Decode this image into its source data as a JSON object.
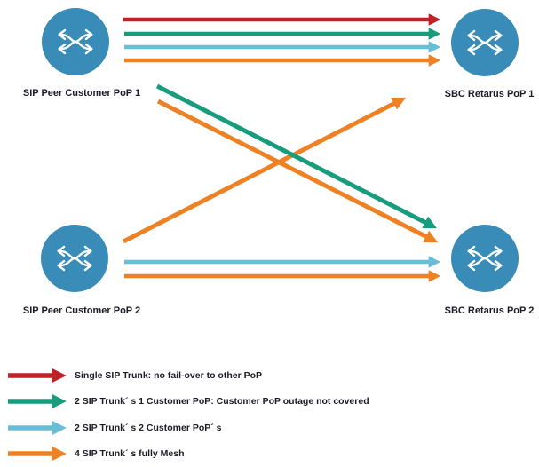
{
  "nodes": [
    {
      "id": "sip-peer-customer-pop-1",
      "label": "SIP Peer Customer PoP 1"
    },
    {
      "id": "sbc-retarus-pop-1",
      "label": "SBC Retarus PoP 1"
    },
    {
      "id": "sip-peer-customer-pop-2",
      "label": "SIP Peer Customer PoP 2"
    },
    {
      "id": "sbc-retarus-pop-2",
      "label": "SBC Retarus PoP 2"
    }
  ],
  "connections": [
    {
      "from": "SIP Peer Customer PoP 1",
      "to": "SBC Retarus PoP 1",
      "trunk_type": "single-sip-trunk",
      "color": "#bf2127"
    },
    {
      "from": "SIP Peer Customer PoP 1",
      "to": "SBC Retarus PoP 1",
      "trunk_type": "2-trunks-1-customer-pop",
      "color": "#189c7e"
    },
    {
      "from": "SIP Peer Customer PoP 1",
      "to": "SBC Retarus PoP 2",
      "trunk_type": "2-trunks-1-customer-pop",
      "color": "#189c7e"
    },
    {
      "from": "SIP Peer Customer PoP 1",
      "to": "SBC Retarus PoP 1",
      "trunk_type": "2-trunks-2-customer-pops",
      "color": "#68bed9"
    },
    {
      "from": "SIP Peer Customer PoP 2",
      "to": "SBC Retarus PoP 2",
      "trunk_type": "2-trunks-2-customer-pops",
      "color": "#68bed9"
    },
    {
      "from": "SIP Peer Customer PoP 1",
      "to": "SBC Retarus PoP 1",
      "trunk_type": "4-trunks-fully-mesh",
      "color": "#ee8123"
    },
    {
      "from": "SIP Peer Customer PoP 1",
      "to": "SBC Retarus PoP 2",
      "trunk_type": "4-trunks-fully-mesh",
      "color": "#ee8123"
    },
    {
      "from": "SIP Peer Customer PoP 2",
      "to": "SBC Retarus PoP 1",
      "trunk_type": "4-trunks-fully-mesh",
      "color": "#ee8123"
    },
    {
      "from": "SIP Peer Customer PoP 2",
      "to": "SBC Retarus PoP 2",
      "trunk_type": "4-trunks-fully-mesh",
      "color": "#ee8123"
    }
  ],
  "legend": {
    "items": [
      {
        "color": "#bf2127",
        "label": "Single SIP Trunk: no fail-over to other PoP"
      },
      {
        "color": "#189c7e",
        "label": "2 SIP Trunk´ s 1 Customer PoP: Customer PoP outage not covered"
      },
      {
        "color": "#68bed9",
        "label": "2 SIP Trunk´ s 2 Customer PoP´ s"
      },
      {
        "color": "#ee8123",
        "label": "4 SIP Trunk´ s fully Mesh"
      }
    ]
  },
  "colors": {
    "node_fill": "#3a8cb8",
    "node_icon": "#ffffff",
    "single_trunk": "#bf2127",
    "two_trunks_one_pop": "#189c7e",
    "two_trunks_two_pops": "#68bed9",
    "four_trunks_mesh": "#ee8123",
    "label_text": "#1b1b26"
  },
  "icons": {
    "node": "crossover-arrows-icon"
  }
}
